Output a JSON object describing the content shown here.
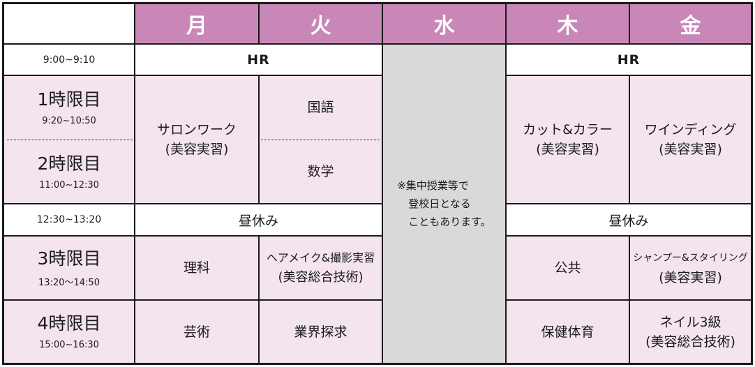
{
  "days": [
    "月",
    "火",
    "水",
    "木",
    "金"
  ],
  "times": {
    "hr": "9:00~9:10",
    "p1": "9:20~10:50",
    "p2": "11:00~12:30",
    "lunch": "12:30~13:20",
    "p3": "13:20～14:50",
    "p4": "15:00~16:30"
  },
  "periods": [
    "1時限目",
    "2時限目",
    "3時限目",
    "4時限目"
  ],
  "hr": "HR",
  "lunch": "昼休み",
  "wednesday_note": [
    "※集中授業等で",
    "登校日となる",
    "こともあります。"
  ],
  "monday": {
    "p12": [
      "サロンワーク",
      "(美容実習)"
    ],
    "p3": "理科",
    "p4": "芸術"
  },
  "tuesday": {
    "p1": "国語",
    "p2": "数学",
    "p3": [
      "ヘアメイク&撮影実習",
      "(美容総合技術)"
    ],
    "p4": "業界探求"
  },
  "thursday": {
    "p12": [
      "カット&カラー",
      "(美容実習)"
    ],
    "p3": "公共",
    "p4": "保健体育"
  },
  "friday": {
    "p12": [
      "ワインディング",
      "(美容実習)"
    ],
    "p3": [
      "シャンプー&スタイリング",
      "(美容実習)"
    ],
    "p4": [
      "ネイル3級",
      "(美容総合技術)"
    ]
  }
}
